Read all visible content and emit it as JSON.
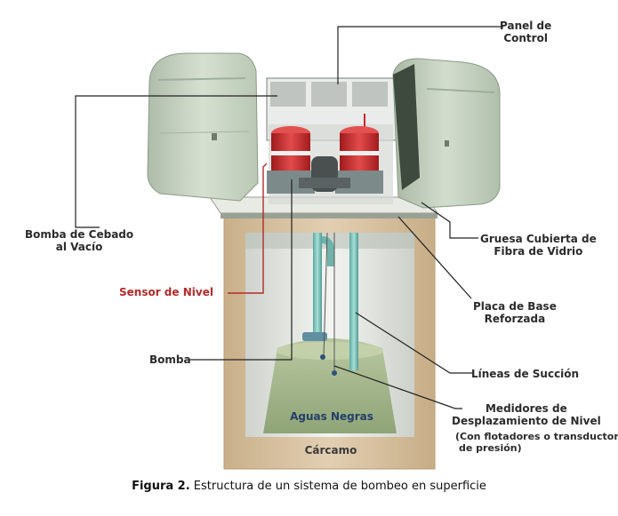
{
  "labels": {
    "panel_control": [
      "Panel de",
      "Control"
    ],
    "bomba_cebado": [
      "Bomba de Cebado",
      "al Vacío"
    ],
    "gruesa_cubierta": [
      "Gruesa Cubierta de",
      "Fibra de Vidrio"
    ],
    "sensor_nivel": "Sensor de Nivel",
    "placa_base": [
      "Placa de Base",
      "Reforzada"
    ],
    "bomba": "Bomba",
    "lineas_succion": "Líneas de Succión",
    "medidores": [
      "Medidores de",
      "Desplazamiento de Nivel"
    ],
    "medidores_note": [
      "(Con flotadores o transductor",
      "de  presión)"
    ],
    "aguas_negras": "Aguas Negras",
    "carcamo": "Cárcamo"
  },
  "caption": {
    "figure": "Figura 2.",
    "text": " Estructura de un sistema de bombeo en superficie"
  },
  "colors": {
    "cover_green": "#c9d6c4",
    "pump_red": "#c8282a",
    "concrete": "#d8c3a2",
    "water": "#bfcf9e",
    "sensor_line": "#b32a2a",
    "leader_line": "#222222"
  }
}
